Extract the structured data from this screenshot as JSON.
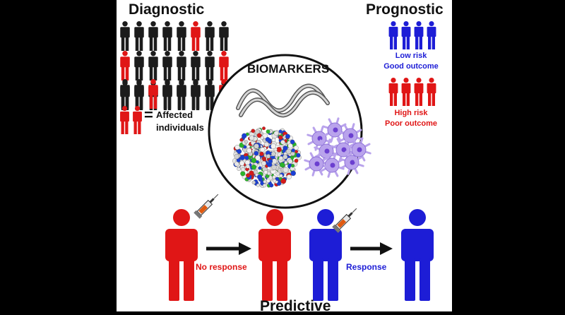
{
  "titles": {
    "diagnostic": "Diagnostic",
    "prognostic": "Prognostic",
    "biomarkers": "BIOMARKERS",
    "predictive": "Predictive"
  },
  "legend": {
    "equals": "=",
    "line1": "Affected",
    "line2": "individuals"
  },
  "prognostic": {
    "low_line1": "Low risk",
    "low_line2": "Good outcome",
    "high_line1": "High risk",
    "high_line2": "Poor outcome"
  },
  "predictive": {
    "no_response": "No response",
    "response": "Response"
  },
  "colors": {
    "affected": "#e01616",
    "unaffected": "#1c1c1c",
    "low_risk": "#1d1dd6",
    "high_risk": "#e01616",
    "cell": "#b9a3ec",
    "nucleus": "#6b3fd0"
  }
}
